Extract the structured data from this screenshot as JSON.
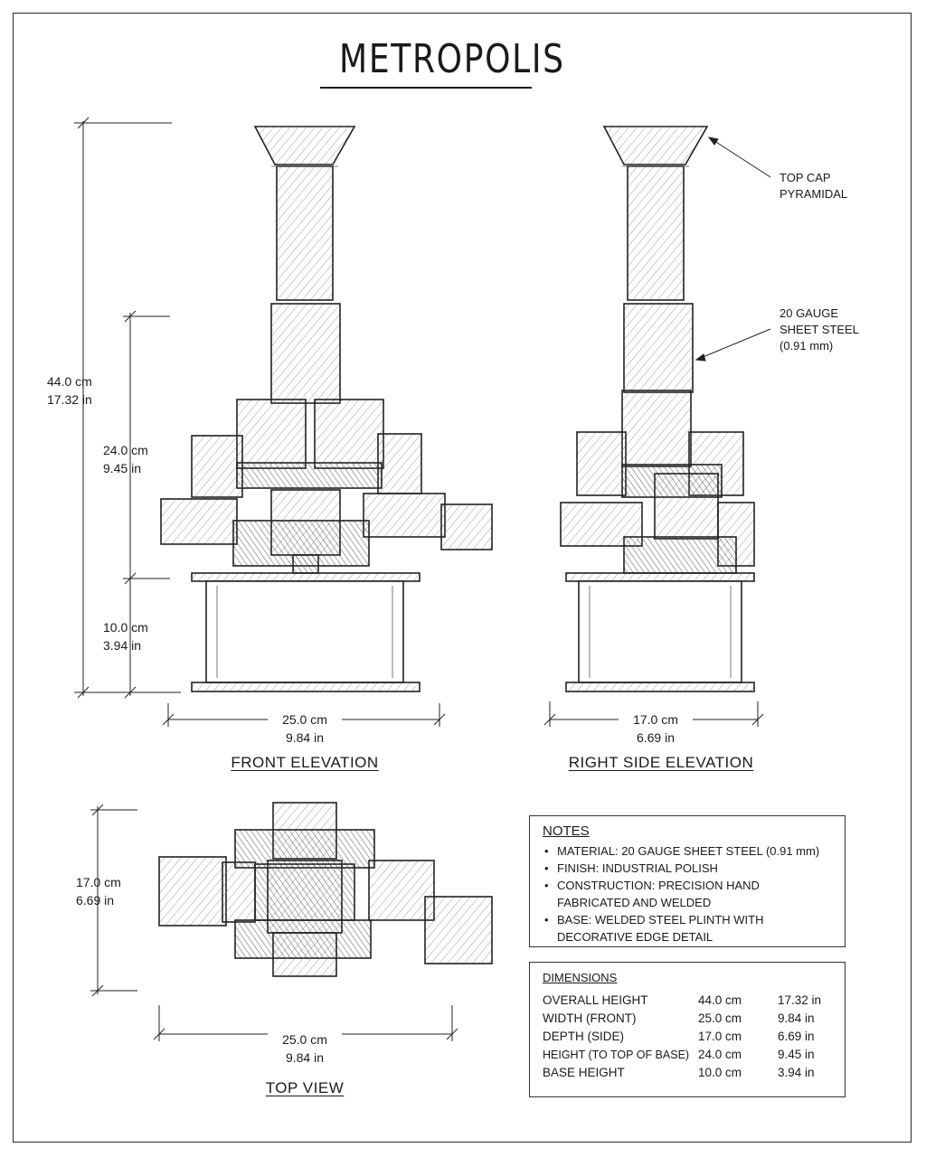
{
  "title": "METROPOLIS",
  "views": {
    "front": "FRONT ELEVATION",
    "side": "RIGHT SIDE ELEVATION",
    "top": "TOP VIEW"
  },
  "dimensions_labels": {
    "front_total_cm": "44.0 cm",
    "front_total_in": "17.32 in",
    "front_mid_cm": "24.0 cm",
    "front_mid_in": "9.45 in",
    "front_base_cm": "10.0 cm",
    "front_base_in": "3.94 in",
    "front_width_cm": "25.0 cm",
    "front_width_in": "9.84 in",
    "side_width_cm": "17.0 cm",
    "side_width_in": "6.69 in",
    "top_depth_cm": "17.0 cm",
    "top_depth_in": "6.69 in",
    "top_width_cm": "25.0 cm",
    "top_width_in": "9.84 in"
  },
  "callouts": {
    "top_cap": [
      "TOP CAP",
      "PYRAMIDAL"
    ],
    "material": [
      "20 GAUGE",
      "SHEET STEEL",
      "(0.91 mm)"
    ]
  },
  "notes": {
    "heading": "NOTES",
    "items": [
      "MATERIAL: 20 GAUGE SHEET STEEL (0.91 mm)",
      "FINISH: INDUSTRIAL POLISH",
      "CONSTRUCTION: PRECISION HAND FABRICATED AND WELDED",
      "BASE: WELDED STEEL PLINTH WITH DECORATIVE EDGE DETAIL"
    ]
  },
  "dimensions_table": {
    "heading": "DIMENSIONS",
    "rows": [
      {
        "label": "OVERALL HEIGHT",
        "cm": "44.0 cm",
        "in": "17.32 in"
      },
      {
        "label": "WIDTH (FRONT)",
        "cm": "25.0 cm",
        "in": "9.84 in"
      },
      {
        "label": "DEPTH (SIDE)",
        "cm": "17.0 cm",
        "in": "6.69 in"
      },
      {
        "label": "HEIGHT (TO TOP OF BASE)",
        "cm": "24.0 cm",
        "in": "9.45 in"
      },
      {
        "label": "BASE HEIGHT",
        "cm": "10.0 cm",
        "in": "3.94 in"
      }
    ]
  }
}
